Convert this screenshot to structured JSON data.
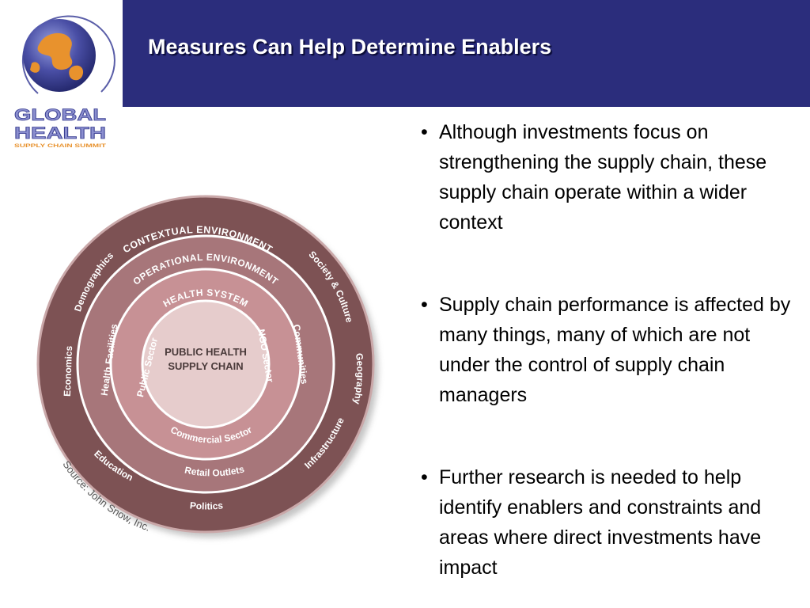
{
  "slide": {
    "title": "Measures Can Help Determine Enablers"
  },
  "logo": {
    "line1": "GLOBAL",
    "line2": "HEALTH",
    "line3": "SUPPLY CHAIN SUMMIT"
  },
  "diagram": {
    "center_line1": "PUBLIC HEALTH",
    "center_line2": "SUPPLY CHAIN",
    "rings": [
      {
        "label": "HEALTH SYSTEM",
        "items": [
          "Public Sector",
          "NGO Sector",
          "Commercial Sector"
        ]
      },
      {
        "label": "OPERATIONAL ENVIRONMENT",
        "items": [
          "Health Facilities",
          "Communities",
          "Retail Outlets"
        ]
      },
      {
        "label": "CONTEXTUAL ENVIRONMENT",
        "items": [
          "Demographics",
          "Society & Culture",
          "Economics",
          "Geography",
          "Education",
          "Infrastructure",
          "Politics"
        ]
      }
    ],
    "source": "Source: John Snow, Inc.",
    "colors": {
      "outer": "#7d5254",
      "outer_edge": "#caa8a9",
      "middle": "#a7767a",
      "inner": "#c79195",
      "center": "#e6cccc"
    }
  },
  "bullets": [
    {
      "marker": "•",
      "text": "Although investments focus on strengthening the supply chain, these supply chain operate within a wider context"
    },
    {
      "marker": "•",
      "text": "Supply chain performance is affected by many things, many of which are not under the control of supply chain managers"
    },
    {
      "marker": "•",
      "text": "Further research is needed to help identify enablers and constraints and areas where direct investments have impact"
    }
  ],
  "colors": {
    "header": "#2b2d7c",
    "title_text": "#ffffff"
  }
}
